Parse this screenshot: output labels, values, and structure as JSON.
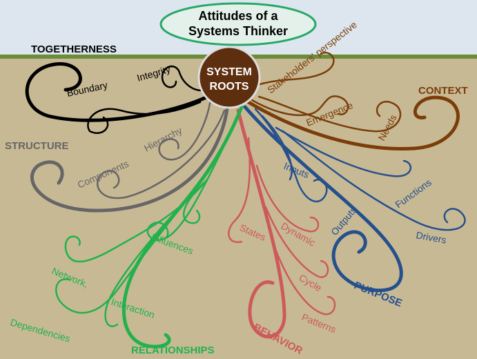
{
  "title": {
    "line1": "Attitudes of a",
    "line2": "Systems Thinker"
  },
  "root": {
    "line1": "SYSTEM",
    "line2": "ROOTS"
  },
  "colors": {
    "sky": "#dde6ee",
    "ground": "#c8b995",
    "grass": "#6b8c3a",
    "root_fill": "#5e2f0f",
    "togetherness": "#000000",
    "structure": "#666666",
    "relationships": "#22b14c",
    "behavior": "#cc5a5a",
    "purpose": "#25508c",
    "context": "#7a3d0a",
    "title_border": "#27a86b",
    "title_fill": "#e4f1ea"
  },
  "branches": {
    "togetherness": {
      "label": "TOGETHERNESS",
      "sub": [
        "Boundary",
        "Integrity"
      ]
    },
    "structure": {
      "label": "STRUCTURE",
      "sub": [
        "Components",
        "Hierarchy"
      ]
    },
    "relationships": {
      "label": "RELATIONSHIPS",
      "sub": [
        "Influences",
        "Network,",
        "Interaction",
        "Dependencies"
      ]
    },
    "behavior": {
      "label": "BEHAVIOR",
      "sub": [
        "States",
        "Dynamic",
        "Cycle",
        "Patterns"
      ]
    },
    "purpose": {
      "label": "PURPOSE",
      "sub": [
        "Inputs",
        "Outputs",
        "Functions",
        "Drivers"
      ]
    },
    "context": {
      "label": "CONTEXT",
      "sub": [
        "Stakeholders' perspective",
        "Emergence",
        "Needs"
      ]
    }
  }
}
